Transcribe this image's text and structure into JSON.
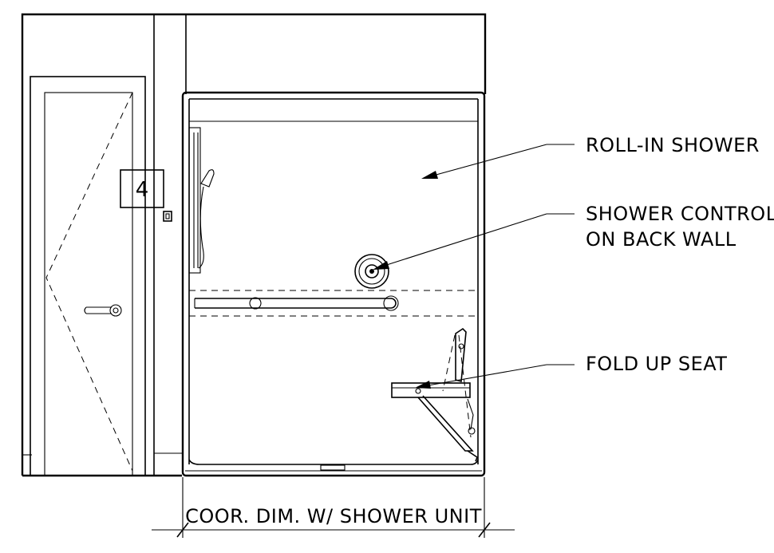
{
  "labels": {
    "roll_in_shower": "ROLL-IN SHOWER",
    "shower_control_line1": "SHOWER CONTROL",
    "shower_control_line2": "ON BACK WALL",
    "fold_up_seat": "FOLD UP SEAT",
    "dimension": "COOR. DIM. W/ SHOWER UNIT",
    "room_tag": "4"
  }
}
